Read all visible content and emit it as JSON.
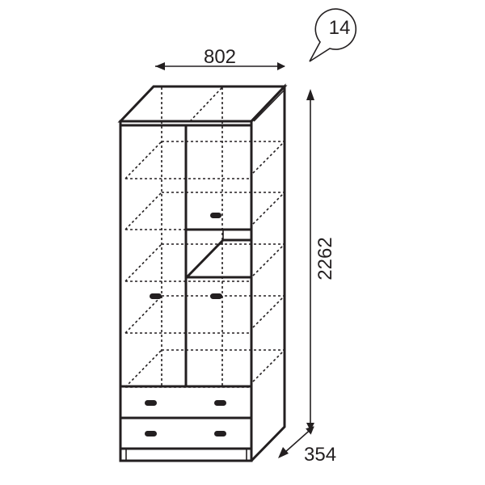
{
  "item_number": "14",
  "dimensions": {
    "width": "802",
    "height": "2262",
    "depth": "354"
  }
}
